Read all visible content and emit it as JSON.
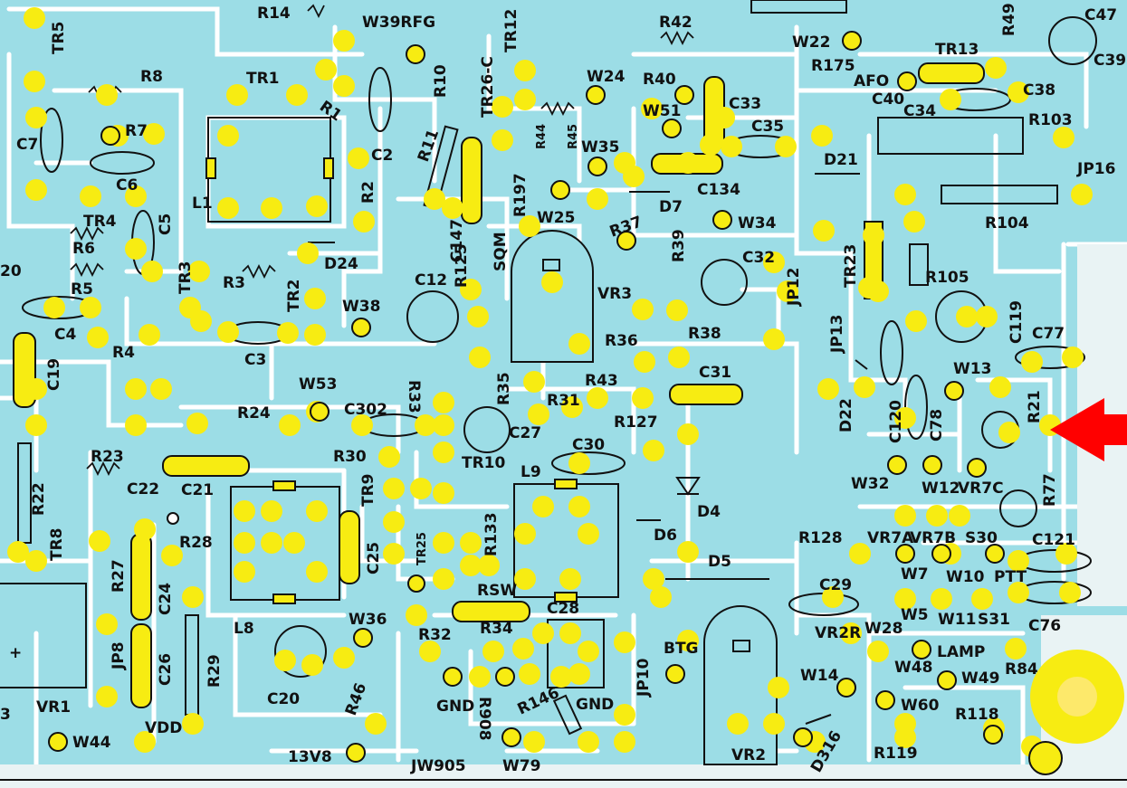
{
  "colors": {
    "board_fill": "#9cdde6",
    "copper_trace": "#ffffff",
    "pad": "#f7ec12",
    "silkscreen": "#111111",
    "pointer_arrow": "#ff0000"
  },
  "labels": {
    "R14": "R14",
    "TR5": "TR5",
    "W39RFG": "W39RFG",
    "TR12": "TR12",
    "R42": "R42",
    "R49": "R49",
    "C47": "C47",
    "C39": "C39",
    "R8": "R8",
    "TR1": "TR1",
    "R10": "R10",
    "TR26C": "TR26-C",
    "W24": "W24",
    "R40": "R40",
    "W22": "W22",
    "R175": "R175",
    "AFO": "AFO",
    "TR13": "TR13",
    "C40": "C40",
    "C38": "C38",
    "R1": "R1",
    "C33": "C33",
    "C34": "C34",
    "R103": "R103",
    "C7": "C7",
    "R7": "R7",
    "W51": "W51",
    "R44": "R44",
    "R45": "R45",
    "C35": "C35",
    "R11": "R11",
    "C2": "C2",
    "W35": "W35",
    "D21": "D21",
    "JP16": "JP16",
    "C6": "C6",
    "L1": "L1",
    "R2": "R2",
    "R197": "R197",
    "C134": "C134",
    "W25": "W25",
    "D7": "D7",
    "R104": "R104",
    "TR4": "TR4",
    "C147": "C147",
    "W34": "W34",
    "R6": "R6",
    "C5": "C5",
    "R37": "R37",
    "R39": "R39",
    "N20": "20",
    "D24": "D24",
    "SQM": "SQM",
    "C32": "C32",
    "TR23": "TR23",
    "TR3": "TR3",
    "R3": "R3",
    "R125": "R125",
    "JP12": "JP12",
    "R5": "R5",
    "C12": "C12",
    "R105": "R105",
    "TR2": "TR2",
    "VR3": "VR3",
    "W38": "W38",
    "JP13": "JP13",
    "C119": "C119",
    "C4": "C4",
    "R4": "R4",
    "R36": "R36",
    "R38": "R38",
    "C77": "C77",
    "C3": "C3",
    "C19": "C19",
    "W13": "W13",
    "R43": "R43",
    "C31": "C31",
    "R33": "R33",
    "R35": "R35",
    "W53": "W53",
    "R31": "R31",
    "R127": "R127",
    "R21": "R21",
    "C302": "C302",
    "R24": "R24",
    "D22": "D22",
    "C120": "C120",
    "C78": "C78",
    "C27": "C27",
    "R30": "R30",
    "C30": "C30",
    "TR10": "TR10",
    "R23": "R23",
    "C21": "C21",
    "L9": "L9",
    "W32": "W32",
    "W12": "W12",
    "VR7C": "VR7C",
    "R77": "R77",
    "R22": "R22",
    "C22": "C22",
    "TR9": "TR9",
    "D4": "D4",
    "D6": "D6",
    "R28": "R28",
    "R133": "R133",
    "R128": "R128",
    "VR7A": "VR7A",
    "VR7B": "VR7B",
    "S30": "S30",
    "C121": "C121",
    "TR8": "TR8",
    "R27": "R27",
    "C24": "C24",
    "C25": "C25",
    "TR25": "TR25",
    "D5": "D5",
    "W7": "W7",
    "W10": "W10",
    "PTT": "PTT",
    "L8": "L8",
    "RSW": "RSW",
    "C28": "C28",
    "C29": "C29",
    "W5": "W5",
    "W11": "W11",
    "S31": "S31",
    "C76": "C76",
    "W36": "W36",
    "R32": "R32",
    "R34": "R34",
    "VR2R": "VR2R",
    "W28": "W28",
    "LAMP": "LAMP",
    "R84": "R84",
    "JP8": "JP8",
    "C26": "C26",
    "R29": "R29",
    "C20": "C20",
    "BTG": "BTG",
    "W14": "W14",
    "W48": "W48",
    "W49": "W49",
    "JP10": "JP10",
    "VR1": "VR1",
    "VDD": "VDD",
    "R46": "R46",
    "GND1": "GND",
    "R908": "R908",
    "R146": "R146",
    "GND2": "GND",
    "W60": "W60",
    "R118": "R118",
    "W44": "W44",
    "N13V8": "13V8",
    "JW905": "JW905",
    "W79": "W79",
    "VR2": "VR2",
    "D316": "D316",
    "R119": "R119",
    "N3": "3",
    "plus": "+"
  }
}
